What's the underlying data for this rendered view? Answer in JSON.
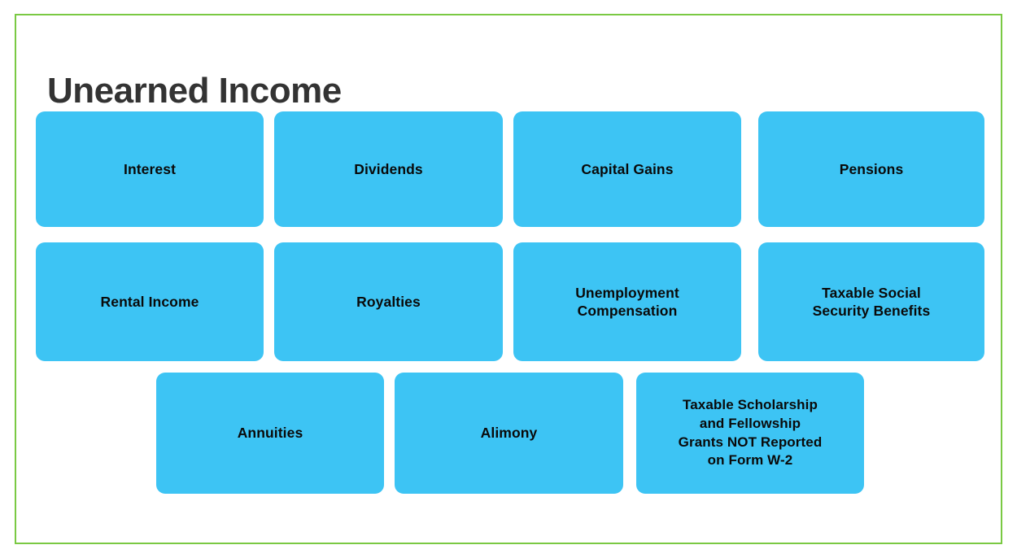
{
  "slide": {
    "title": "Unearned Income",
    "border_color": "#7ac943",
    "tile_color": "#3dc4f4",
    "title_color": "#333333",
    "label_color": "#0a0a0a",
    "background_color": "#ffffff"
  },
  "tiles": {
    "row1": [
      {
        "label": "Interest"
      },
      {
        "label": "Dividends"
      },
      {
        "label": "Capital Gains"
      },
      {
        "label": "Pensions"
      }
    ],
    "row2": [
      {
        "label": "Rental Income"
      },
      {
        "label": "Royalties"
      },
      {
        "label": "Unemployment\nCompensation"
      },
      {
        "label": "Taxable Social\nSecurity Benefits"
      }
    ],
    "row3": [
      {
        "label": "Annuities"
      },
      {
        "label": "Alimony"
      },
      {
        "label": "Taxable Scholarship\nand Fellowship\nGrants NOT Reported\non Form W-2"
      }
    ]
  }
}
